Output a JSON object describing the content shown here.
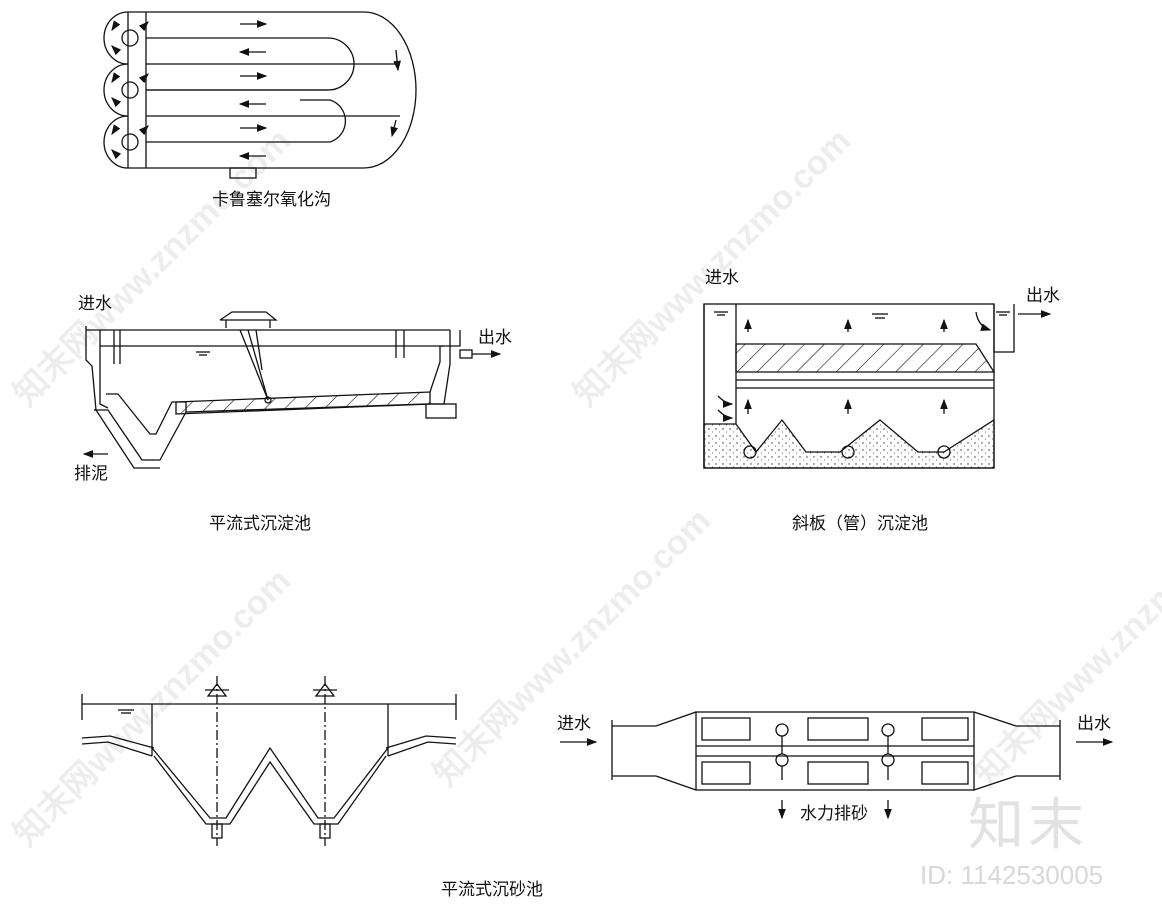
{
  "captions": {
    "carrousel": "卡鲁塞尔氧化沟",
    "horizontal_settling": "平流式沉淀池",
    "inclined_settling": "斜板（管）沉淀池",
    "grit_chamber": "平流式沉砂池"
  },
  "labels": {
    "hs_inlet": "进水",
    "hs_outlet": "出水",
    "hs_sludge": "排泥",
    "is_inlet": "进水",
    "is_outlet": "出水",
    "gc_inlet": "进水",
    "gc_outlet": "出水",
    "gc_sand": "水力排砂"
  },
  "watermark": {
    "logo": "知末",
    "id": "ID: 1142530005",
    "diagonal": "知末网www.znzmo.com"
  }
}
